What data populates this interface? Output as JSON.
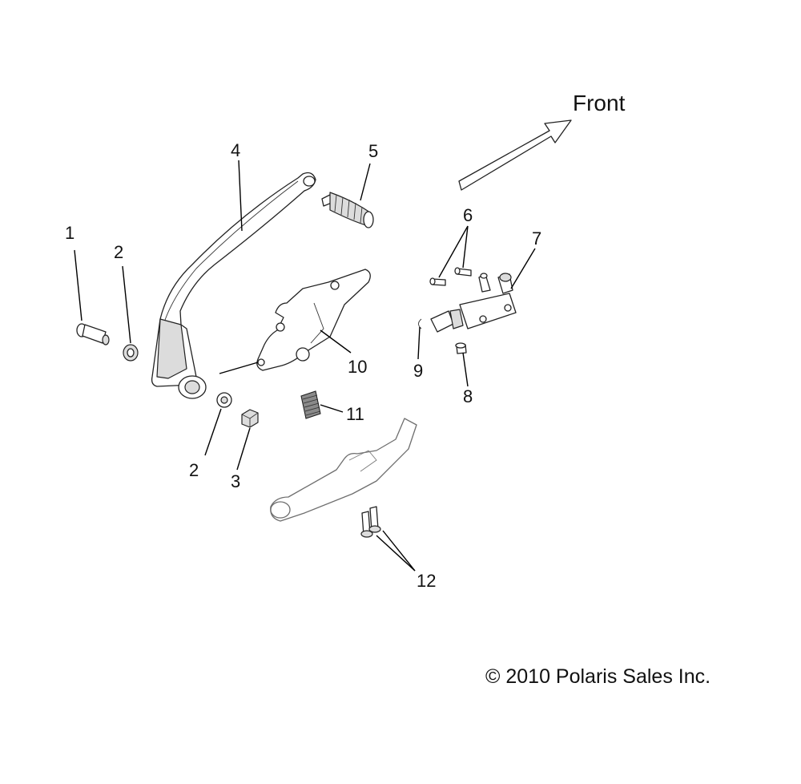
{
  "diagram": {
    "orientation_label": "Front",
    "copyright": "© 2010 Polaris Sales Inc.",
    "callouts": {
      "c1": "1",
      "c2a": "2",
      "c2b": "2",
      "c3": "3",
      "c4": "4",
      "c5": "5",
      "c6": "6",
      "c7": "7",
      "c8": "8",
      "c9": "9",
      "c10": "10",
      "c11": "11",
      "c12": "12"
    }
  }
}
